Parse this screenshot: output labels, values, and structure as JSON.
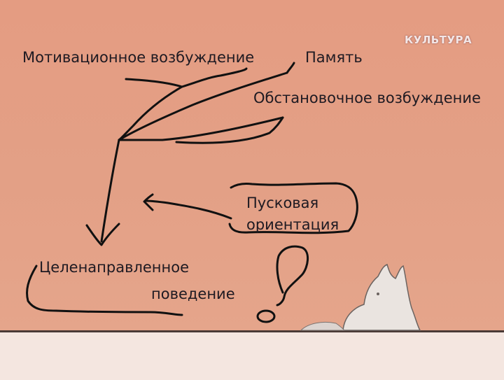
{
  "labels": {
    "motivational_arousal": "Мотивационное возбуждение",
    "memory": "Память",
    "situational_arousal": "Обстановочное возбуждение",
    "trigger_line1": "Пусковая",
    "trigger_line2": "ориентация",
    "goal_line1": "Целенаправленное",
    "goal_line2": "поведение"
  },
  "logo": {
    "text": "КУЛЬТУРА"
  },
  "colors": {
    "background": "#e09a80",
    "ground": "#f4e6e0",
    "ink": "#111111"
  }
}
